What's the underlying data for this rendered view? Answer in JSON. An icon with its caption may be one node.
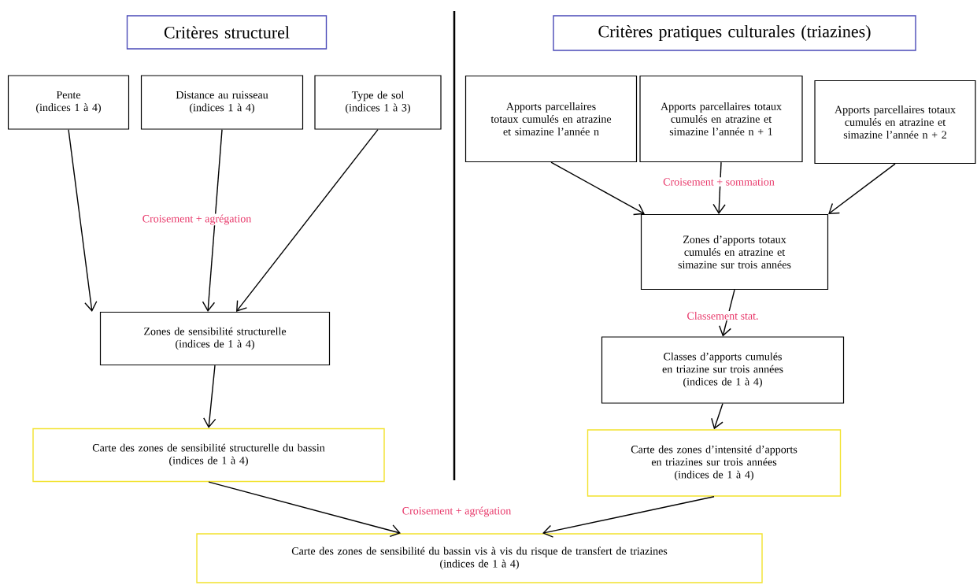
{
  "diagram": {
    "nodes": [
      {
        "text": [
          "Critères structurel"
        ]
      },
      {
        "text": [
          "Critères pratiques culturales (triazines)"
        ]
      },
      {
        "text": [
          "Pente",
          "(indices 1 à 4)"
        ]
      },
      {
        "text": [
          "Distance au ruisseau",
          "(indices 1 à 4)"
        ]
      },
      {
        "text": [
          "Type de sol",
          "(indices 1 à 3)"
        ]
      },
      {
        "text": [
          "Zones de sensibilité structurelle",
          "(indices de 1 à 4)"
        ]
      },
      {
        "text": [
          "Carte des zones de sensibilité structurelle du bassin",
          "(indices de 1 à 4)"
        ]
      },
      {
        "text": [
          "Apports parcellaires totaux cumulés en atrazine et simazine l’année n"
        ]
      },
      {
        "text": [
          "Apports parcellaires totaux cumulés en atrazine et simazine l’année n + 1"
        ]
      },
      {
        "text": [
          "Apports parcellaires totaux cumulés en atrazine et simazine l’année n + 2"
        ]
      },
      {
        "text": [
          "Zones d’apports totaux cumulés en atrazine et simazine sur trois années"
        ]
      },
      {
        "text": [
          "Classes d’apports cumulés en triazine sur trois années",
          "(indices de 1 à 4)"
        ]
      },
      {
        "text": [
          "Carte des zones d’intensité d’apports en triazines sur trois années",
          "(indices de 1 à 4)"
        ]
      },
      {
        "text": [
          "Carte des zones de sensibilité du bassin vis à vis du risque de transfert de triazines",
          "(indices de 1 à 4)"
        ]
      }
    ],
    "edges": [
      {
        "from": 2,
        "to": 5,
        "arrow": "to"
      },
      {
        "from": 3,
        "to": 5,
        "arrow": "to",
        "label": "Croisement + agrégation"
      },
      {
        "from": 4,
        "to": 5,
        "arrow": "to"
      },
      {
        "from": 5,
        "to": 6,
        "arrow": "to"
      },
      {
        "from": 7,
        "to": 10,
        "arrow": "to"
      },
      {
        "from": 8,
        "to": 10,
        "arrow": "to",
        "label": "Croisement + sommation"
      },
      {
        "from": 9,
        "to": 10,
        "arrow": "to"
      },
      {
        "from": 10,
        "to": 11,
        "arrow": "to",
        "label": "Classement stat."
      },
      {
        "from": 11,
        "to": 12,
        "arrow": "to"
      },
      {
        "from": 6,
        "to": 13,
        "arrow": "to",
        "label": "Croisement + agrégation"
      },
      {
        "from": 12,
        "to": 13,
        "arrow": "to"
      }
    ]
  }
}
